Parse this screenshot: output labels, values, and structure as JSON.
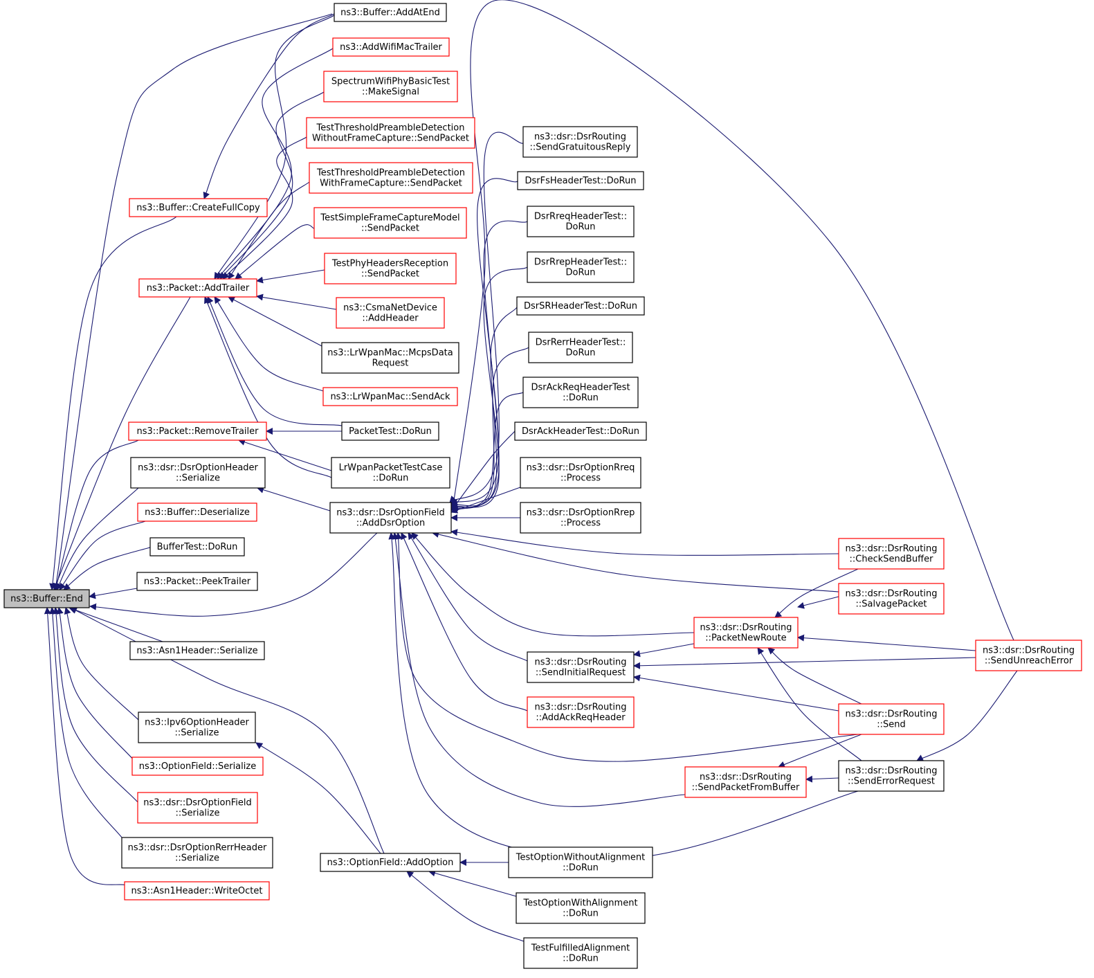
{
  "colors": {
    "edge": "#191970",
    "normal_border": "#000000",
    "highlight_border": "#ff0000",
    "root_fill": "#bfbfbf",
    "node_fill": "#ffffff"
  },
  "nodes": [
    {
      "id": "buffer-end",
      "lines": [
        "ns3::Buffer::End"
      ],
      "style": "root"
    },
    {
      "id": "buffer-addatend",
      "lines": [
        "ns3::Buffer::AddAtEnd"
      ],
      "style": "normal"
    },
    {
      "id": "addwifimactrailer",
      "lines": [
        "ns3::AddWifiMacTrailer"
      ],
      "style": "red"
    },
    {
      "id": "spectrum-makesignal",
      "lines": [
        "SpectrumWifiPhyBasicTest",
        "::MakeSignal"
      ],
      "style": "red"
    },
    {
      "id": "tpd-without",
      "lines": [
        "TestThresholdPreambleDetection",
        "WithoutFrameCapture::SendPacket"
      ],
      "style": "red"
    },
    {
      "id": "tpd-with",
      "lines": [
        "TestThresholdPreambleDetection",
        "WithFrameCapture::SendPacket"
      ],
      "style": "red"
    },
    {
      "id": "buffer-createfullcopy",
      "lines": [
        "ns3::Buffer::CreateFullCopy"
      ],
      "style": "red"
    },
    {
      "id": "tsfcm-sendpacket",
      "lines": [
        "TestSimpleFrameCaptureModel",
        "::SendPacket"
      ],
      "style": "red"
    },
    {
      "id": "tphr-sendpacket",
      "lines": [
        "TestPhyHeadersReception",
        "::SendPacket"
      ],
      "style": "red"
    },
    {
      "id": "packet-addtrailer",
      "lines": [
        "ns3::Packet::AddTrailer"
      ],
      "style": "red"
    },
    {
      "id": "csma-addheader",
      "lines": [
        "ns3::CsmaNetDevice",
        "::AddHeader"
      ],
      "style": "red"
    },
    {
      "id": "lrwpan-mcps",
      "lines": [
        "ns3::LrWpanMac::McpsData",
        "Request"
      ],
      "style": "normal"
    },
    {
      "id": "lrwpan-sendack",
      "lines": [
        "ns3::LrWpanMac::SendAck"
      ],
      "style": "red"
    },
    {
      "id": "packet-removetrailer",
      "lines": [
        "ns3::Packet::RemoveTrailer"
      ],
      "style": "red"
    },
    {
      "id": "packettest-dorun",
      "lines": [
        "PacketTest::DoRun"
      ],
      "style": "normal"
    },
    {
      "id": "dsroptionheader-serialize",
      "lines": [
        "ns3::dsr::DsrOptionHeader",
        "::Serialize"
      ],
      "style": "normal"
    },
    {
      "id": "lrwpanpackettestcase",
      "lines": [
        "LrWpanPacketTestCase",
        "::DoRun"
      ],
      "style": "normal"
    },
    {
      "id": "buffer-deserialize",
      "lines": [
        "ns3::Buffer::Deserialize"
      ],
      "style": "red"
    },
    {
      "id": "dsroptionfield-adddsroption",
      "lines": [
        "ns3::dsr::DsrOptionField",
        "::AddDsrOption"
      ],
      "style": "normal"
    },
    {
      "id": "buffertest-dorun",
      "lines": [
        "BufferTest::DoRun"
      ],
      "style": "normal"
    },
    {
      "id": "packet-peektrailer",
      "lines": [
        "ns3::Packet::PeekTrailer"
      ],
      "style": "normal"
    },
    {
      "id": "asn1-serialize",
      "lines": [
        "ns3::Asn1Header::Serialize"
      ],
      "style": "normal"
    },
    {
      "id": "ipv6optionheader-serialize",
      "lines": [
        "ns3::Ipv6OptionHeader",
        "::Serialize"
      ],
      "style": "normal"
    },
    {
      "id": "optionfield-serialize",
      "lines": [
        "ns3::OptionField::Serialize"
      ],
      "style": "red"
    },
    {
      "id": "dsroptionfield-serialize",
      "lines": [
        "ns3::dsr::DsrOptionField",
        "::Serialize"
      ],
      "style": "red"
    },
    {
      "id": "dsroptionrerrheader-serialize",
      "lines": [
        "ns3::dsr::DsrOptionRerrHeader",
        "::Serialize"
      ],
      "style": "normal"
    },
    {
      "id": "asn1-writeoctet",
      "lines": [
        "ns3::Asn1Header::WriteOctet"
      ],
      "style": "red"
    },
    {
      "id": "optionfield-addoption",
      "lines": [
        "ns3::OptionField::AddOption"
      ],
      "style": "normal"
    },
    {
      "id": "dsrrouting-sendgratuitousreply",
      "lines": [
        "ns3::dsr::DsrRouting",
        "::SendGratuitousReply"
      ],
      "style": "normal"
    },
    {
      "id": "dsrfsheadertest",
      "lines": [
        "DsrFsHeaderTest::DoRun"
      ],
      "style": "normal"
    },
    {
      "id": "dsrrreqheadertest",
      "lines": [
        "DsrRreqHeaderTest::",
        "DoRun"
      ],
      "style": "normal"
    },
    {
      "id": "dsrrrepheadertest",
      "lines": [
        "DsrRrepHeaderTest::",
        "DoRun"
      ],
      "style": "normal"
    },
    {
      "id": "dsrsrheadertest",
      "lines": [
        "DsrSRHeaderTest::DoRun"
      ],
      "style": "normal"
    },
    {
      "id": "dsrrerrheadertest",
      "lines": [
        "DsrRerrHeaderTest::",
        "DoRun"
      ],
      "style": "normal"
    },
    {
      "id": "dsrackreqheadertest",
      "lines": [
        "DsrAckReqHeaderTest",
        "::DoRun"
      ],
      "style": "normal"
    },
    {
      "id": "dsrackheadertest",
      "lines": [
        "DsrAckHeaderTest::DoRun"
      ],
      "style": "normal"
    },
    {
      "id": "dsroptionrreq-process",
      "lines": [
        "ns3::dsr::DsrOptionRreq",
        "::Process"
      ],
      "style": "normal"
    },
    {
      "id": "dsroptionrrep-process",
      "lines": [
        "ns3::dsr::DsrOptionRrep",
        "::Process"
      ],
      "style": "normal"
    },
    {
      "id": "dsrrouting-sendinitialrequest",
      "lines": [
        "ns3::dsr::DsrRouting",
        "::SendInitialRequest"
      ],
      "style": "normal"
    },
    {
      "id": "dsrrouting-addackreqheader",
      "lines": [
        "ns3::dsr::DsrRouting",
        "::AddAckReqHeader"
      ],
      "style": "red"
    },
    {
      "id": "testoptionwithoutalignment",
      "lines": [
        "TestOptionWithoutAlignment",
        "::DoRun"
      ],
      "style": "normal"
    },
    {
      "id": "testoptionwithalignment",
      "lines": [
        "TestOptionWithAlignment",
        "::DoRun"
      ],
      "style": "normal"
    },
    {
      "id": "testfulfilledalignment",
      "lines": [
        "TestFulfilledAlignment",
        "::DoRun"
      ],
      "style": "normal"
    },
    {
      "id": "dsrrouting-packetnewroute",
      "lines": [
        "ns3::dsr::DsrRouting",
        "::PacketNewRoute"
      ],
      "style": "red"
    },
    {
      "id": "dsrrouting-sendpacketfrombuffer",
      "lines": [
        "ns3::dsr::DsrRouting",
        "::SendPacketFromBuffer"
      ],
      "style": "red"
    },
    {
      "id": "dsrrouting-checksendbuffer",
      "lines": [
        "ns3::dsr::DsrRouting",
        "::CheckSendBuffer"
      ],
      "style": "red"
    },
    {
      "id": "dsrrouting-salvagepacket",
      "lines": [
        "ns3::dsr::DsrRouting",
        "::SalvagePacket"
      ],
      "style": "red"
    },
    {
      "id": "dsrrouting-send",
      "lines": [
        "ns3::dsr::DsrRouting",
        "::Send"
      ],
      "style": "red"
    },
    {
      "id": "dsrrouting-senderrorrequest",
      "lines": [
        "ns3::dsr::DsrRouting",
        "::SendErrorRequest"
      ],
      "style": "normal"
    },
    {
      "id": "dsrrouting-sendunreacherror",
      "lines": [
        "ns3::dsr::DsrRouting",
        "::SendUnreachError"
      ],
      "style": "red"
    }
  ]
}
